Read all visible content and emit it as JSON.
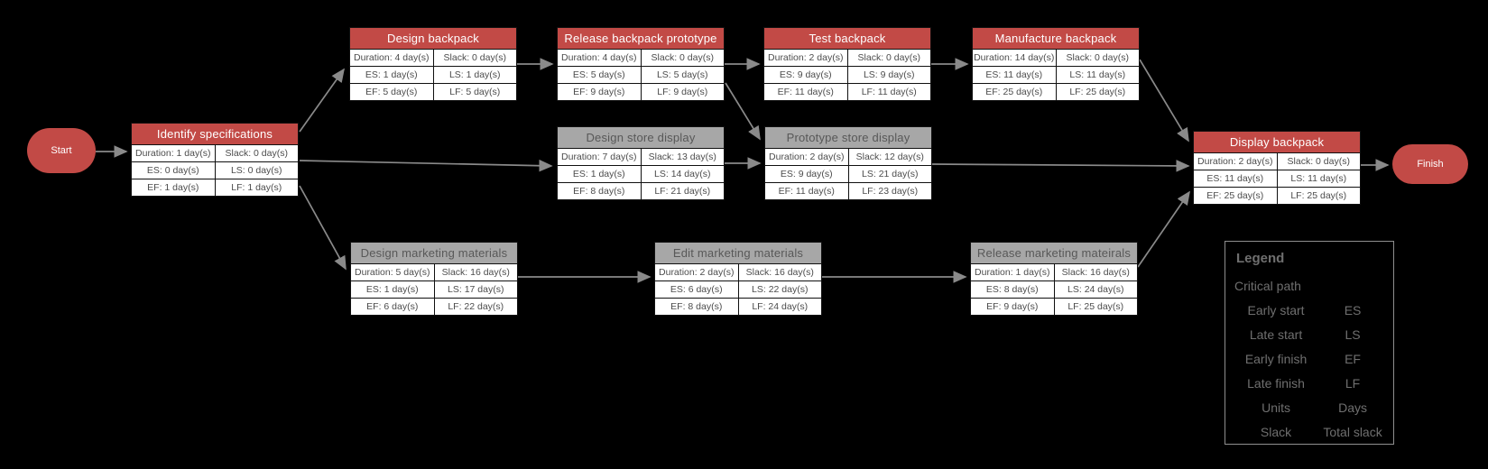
{
  "terminals": {
    "start": "Start",
    "finish": "Finish"
  },
  "colors": {
    "background": "#000000",
    "critical_path": "#c24a46",
    "noncritical_header": "#a7a7a7",
    "arrow": "#8a8a8a",
    "cell_background": "#ffffff",
    "cell_text": "#4c4c4c"
  },
  "nodes": [
    {
      "title": "Identify specifications",
      "critical": true,
      "duration": "Duration: 1  day(s)",
      "slack": "Slack: 0 day(s)",
      "es": "ES: 0 day(s)",
      "ls": "LS: 0 day(s)",
      "ef": "EF: 1 day(s)",
      "lf": "LF: 1 day(s)"
    },
    {
      "title": "Design backpack",
      "critical": true,
      "duration": "Duration: 4  day(s)",
      "slack": "Slack: 0 day(s)",
      "es": "ES: 1 day(s)",
      "ls": "LS: 1 day(s)",
      "ef": "EF: 5 day(s)",
      "lf": "LF: 5 day(s)"
    },
    {
      "title": "Release backpack prototype",
      "critical": true,
      "duration": "Duration: 4  day(s)",
      "slack": "Slack: 0 day(s)",
      "es": "ES: 5 day(s)",
      "ls": "LS: 5 day(s)",
      "ef": "EF: 9 day(s)",
      "lf": "LF: 9 day(s)"
    },
    {
      "title": "Test backpack",
      "critical": true,
      "duration": "Duration: 2  day(s)",
      "slack": "Slack: 0 day(s)",
      "es": "ES: 9 day(s)",
      "ls": "LS: 9 day(s)",
      "ef": "EF: 11 day(s)",
      "lf": "LF: 11 day(s)"
    },
    {
      "title": "Manufacture backpack",
      "critical": true,
      "duration": "Duration: 14  day(s)",
      "slack": "Slack: 0 day(s)",
      "es": "ES: 11 day(s)",
      "ls": "LS: 11 day(s)",
      "ef": "EF: 25 day(s)",
      "lf": "LF: 25 day(s)"
    },
    {
      "title": "Design store display",
      "critical": false,
      "duration": "Duration: 7  day(s)",
      "slack": "Slack: 13 day(s)",
      "es": "ES: 1 day(s)",
      "ls": "LS: 14 day(s)",
      "ef": "EF: 8 day(s)",
      "lf": "LF: 21 day(s)"
    },
    {
      "title": "Prototype store display",
      "critical": false,
      "duration": "Duration: 2  day(s)",
      "slack": "Slack: 12 day(s)",
      "es": "ES: 9 day(s)",
      "ls": "LS: 21 day(s)",
      "ef": "EF: 11 day(s)",
      "lf": "LF: 23 day(s)"
    },
    {
      "title": "Display backpack",
      "critical": true,
      "duration": "Duration: 2  day(s)",
      "slack": "Slack: 0 day(s)",
      "es": "ES: 11 day(s)",
      "ls": "LS: 11 day(s)",
      "ef": "EF: 25 day(s)",
      "lf": "LF: 25 day(s)"
    },
    {
      "title": "Design marketing materials",
      "critical": false,
      "duration": "Duration: 5  day(s)",
      "slack": "Slack: 16 day(s)",
      "es": "ES: 1 day(s)",
      "ls": "LS: 17 day(s)",
      "ef": "EF: 6 day(s)",
      "lf": "LF: 22 day(s)"
    },
    {
      "title": "Edit marketing materials",
      "critical": false,
      "duration": "Duration: 2  day(s)",
      "slack": "Slack: 16 day(s)",
      "es": "ES: 6 day(s)",
      "ls": "LS: 22 day(s)",
      "ef": "EF: 8 day(s)",
      "lf": "LF: 24 day(s)"
    },
    {
      "title": "Release marketing mateirals",
      "critical": false,
      "duration": "Duration: 1  day(s)",
      "slack": "Slack: 16 day(s)",
      "es": "ES: 8 day(s)",
      "ls": "LS: 24 day(s)",
      "ef": "EF: 9 day(s)",
      "lf": "LF: 25 day(s)"
    }
  ],
  "legend": {
    "title": "Legend",
    "rows": [
      {
        "label": "Critical path",
        "value": ""
      },
      {
        "label": "Early start",
        "value": "ES"
      },
      {
        "label": "Late start",
        "value": "LS"
      },
      {
        "label": "Early finish",
        "value": "EF"
      },
      {
        "label": "Late finish",
        "value": "LF"
      },
      {
        "label": "Units",
        "value": "Days"
      },
      {
        "label": "Slack",
        "value": "Total slack"
      }
    ]
  }
}
